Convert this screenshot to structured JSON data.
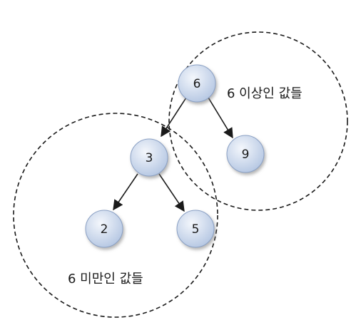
{
  "tree": {
    "nodes": [
      {
        "id": "n6",
        "label": "6"
      },
      {
        "id": "n3",
        "label": "3"
      },
      {
        "id": "n9",
        "label": "9"
      },
      {
        "id": "n2",
        "label": "2"
      },
      {
        "id": "n5",
        "label": "5"
      }
    ],
    "edges": [
      {
        "from": "6",
        "to": "3"
      },
      {
        "from": "6",
        "to": "9"
      },
      {
        "from": "3",
        "to": "2"
      },
      {
        "from": "3",
        "to": "5"
      }
    ]
  },
  "regions": {
    "upper_label": "6 이상인 값들",
    "lower_label": "6 미만인 값들"
  },
  "colors": {
    "node_fill_light": "#f4f7fc",
    "node_fill_dark": "#b4c6e2",
    "node_stroke": "#8aa0c4",
    "edge": "#1a1a1a",
    "region_stroke": "#1a1a1a"
  }
}
